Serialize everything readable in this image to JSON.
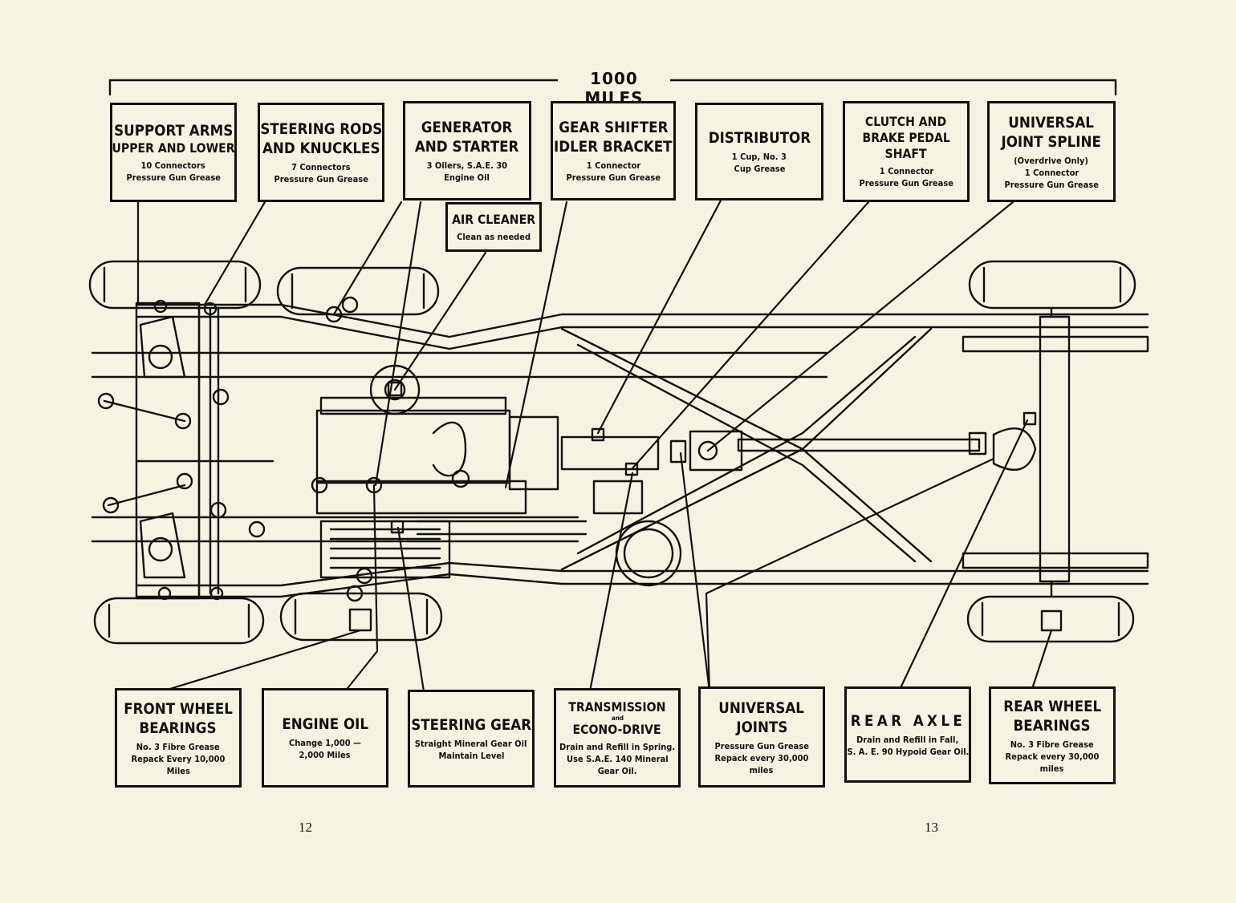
{
  "header": {
    "title": "1000 MILES"
  },
  "top_boxes": [
    {
      "title": [
        "SUPPORT ARMS",
        "UPPER AND LOWER"
      ],
      "detail": [
        "10 Connectors",
        "Pressure Gun Grease"
      ]
    },
    {
      "title": [
        "STEERING RODS",
        "AND KNUCKLES"
      ],
      "detail": [
        "7 Connectors",
        "Pressure Gun Grease"
      ]
    },
    {
      "title": [
        "GENERATOR",
        "AND STARTER"
      ],
      "detail": [
        "3 Oilers, S.A.E. 30",
        "Engine Oil"
      ]
    },
    {
      "title": [
        "GEAR SHIFTER",
        "IDLER BRACKET"
      ],
      "detail": [
        "1 Connector",
        "Pressure Gun Grease"
      ]
    },
    {
      "title": [
        "DISTRIBUTOR"
      ],
      "detail": [
        "1 Cup, No. 3",
        "Cup Grease"
      ]
    },
    {
      "title": [
        "CLUTCH AND",
        "BRAKE PEDAL",
        "SHAFT"
      ],
      "detail": [
        "1 Connector",
        "Pressure Gun Grease"
      ]
    },
    {
      "title": [
        "UNIVERSAL",
        "JOINT SPLINE"
      ],
      "detail": [
        "(Overdrive Only)",
        "1 Connector",
        "Pressure Gun Grease"
      ]
    }
  ],
  "air_cleaner": {
    "title": "AIR CLEANER",
    "detail": "Clean as needed"
  },
  "bottom_boxes": [
    {
      "title": [
        "FRONT WHEEL",
        "BEARINGS"
      ],
      "detail": [
        "No. 3 Fibre Grease",
        "Repack Every 10,000",
        "Miles"
      ]
    },
    {
      "title": [
        "ENGINE OIL"
      ],
      "detail": [
        "Change 1,000 —",
        "2,000 Miles"
      ]
    },
    {
      "title": [
        "STEERING GEAR"
      ],
      "detail": [
        "Straight Mineral Gear Oil",
        "Maintain Level"
      ]
    },
    {
      "title": [
        "TRANSMISSION",
        "and",
        "ECONO-DRIVE"
      ],
      "detail": [
        "Drain and Refill in Spring.",
        "Use S.A.E. 140 Mineral",
        "Gear Oil."
      ]
    },
    {
      "title": [
        "UNIVERSAL",
        "JOINTS"
      ],
      "detail": [
        "Pressure Gun Grease",
        "Repack every 30,000",
        "miles"
      ]
    },
    {
      "title": [
        "REAR AXLE"
      ],
      "detail": [
        "Drain and Refill in Fall,",
        "S. A. E. 90 Hypoid Gear Oil."
      ]
    },
    {
      "title": [
        "REAR WHEEL",
        "BEARINGS"
      ],
      "detail": [
        "No. 3 Fibre Grease",
        "Repack every 30,000",
        "miles"
      ]
    }
  ],
  "page_numbers": {
    "left": "12",
    "right": "13"
  }
}
